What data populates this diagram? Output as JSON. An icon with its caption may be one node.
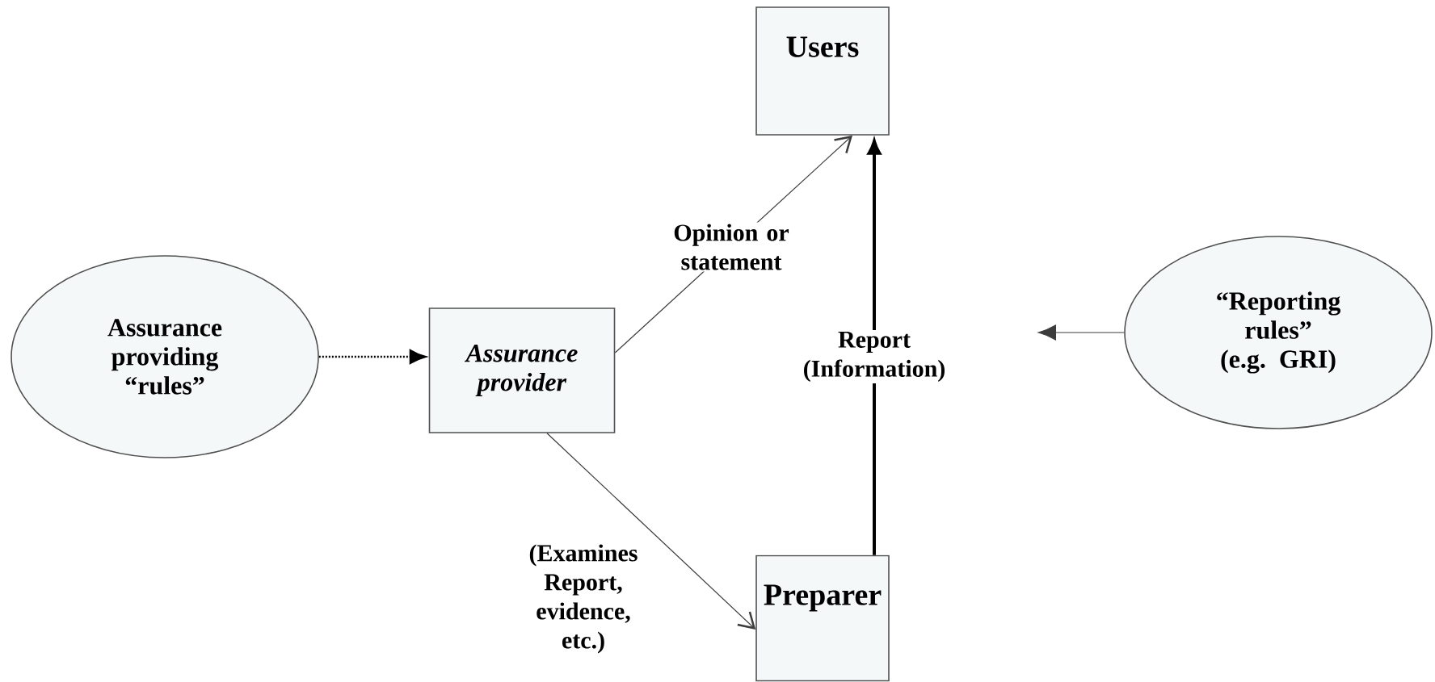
{
  "diagram": {
    "nodes": [
      {
        "text": [
          "Users"
        ]
      },
      {
        "text": [
          "Assurance providing “rules”"
        ]
      },
      {
        "text": [
          "*Assurance provider*"
        ]
      },
      {
        "text": [
          "“Reporting rules”",
          "(e.g.  GRI)"
        ]
      },
      {
        "text": [
          "Preparer"
        ]
      }
    ],
    "edges": [
      {
        "from": 1,
        "to": 2,
        "arrow": "to",
        "style": "dashed"
      },
      {
        "from": 2,
        "to": 0,
        "arrow": "to",
        "label": "Opinion or statement"
      },
      {
        "from": 4,
        "to": 0,
        "arrow": "to",
        "label": "Report (Information)",
        "style": "thick"
      },
      {
        "from": 3,
        "to": null,
        "arrow": "to"
      },
      {
        "from": 2,
        "to": 4,
        "arrow": "to",
        "label": "(Examines Report, evidence, etc.)"
      }
    ]
  }
}
